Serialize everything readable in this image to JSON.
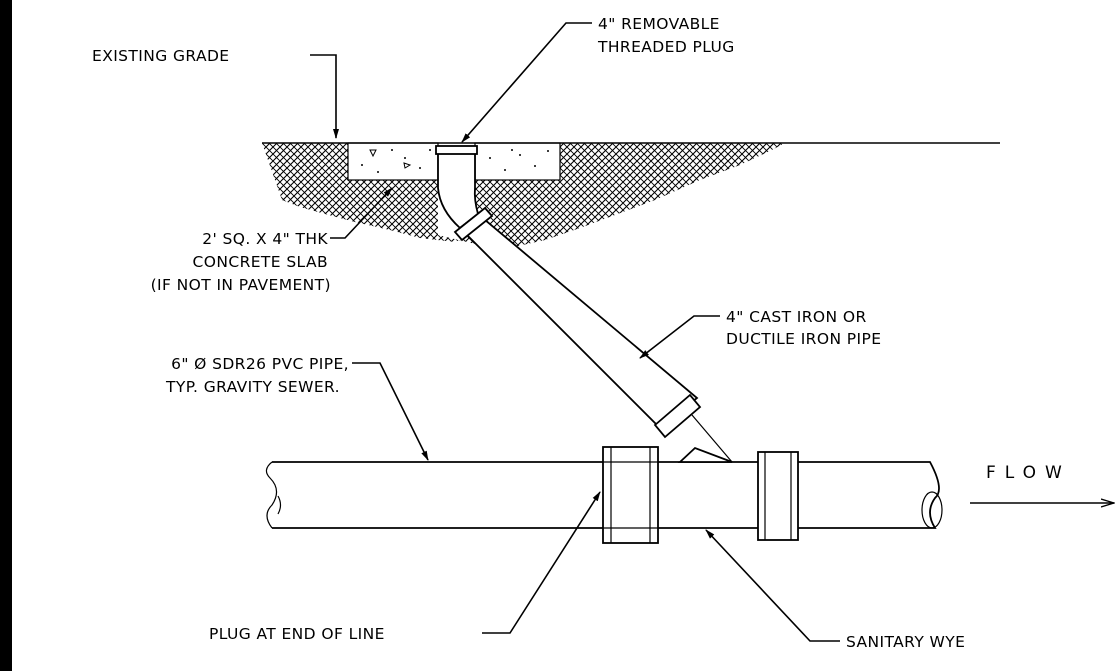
{
  "labels": {
    "existing_grade": "EXISTING GRADE",
    "plug_line1": "4\" REMOVABLE",
    "plug_line2": "THREADED PLUG",
    "slab_line1": "2' SQ. X 4\" THK",
    "slab_line2": "CONCRETE SLAB",
    "slab_line3": "(IF NOT IN PAVEMENT)",
    "riser_line1": "4\" CAST IRON OR",
    "riser_line2": "DUCTILE IRON PIPE",
    "main_line1": "6\" Ø SDR26 PVC PIPE,",
    "main_line2": "TYP. GRAVITY SEWER.",
    "flow": "FLOW",
    "end_plug": "PLUG AT END OF LINE",
    "wye": "SANITARY WYE"
  }
}
